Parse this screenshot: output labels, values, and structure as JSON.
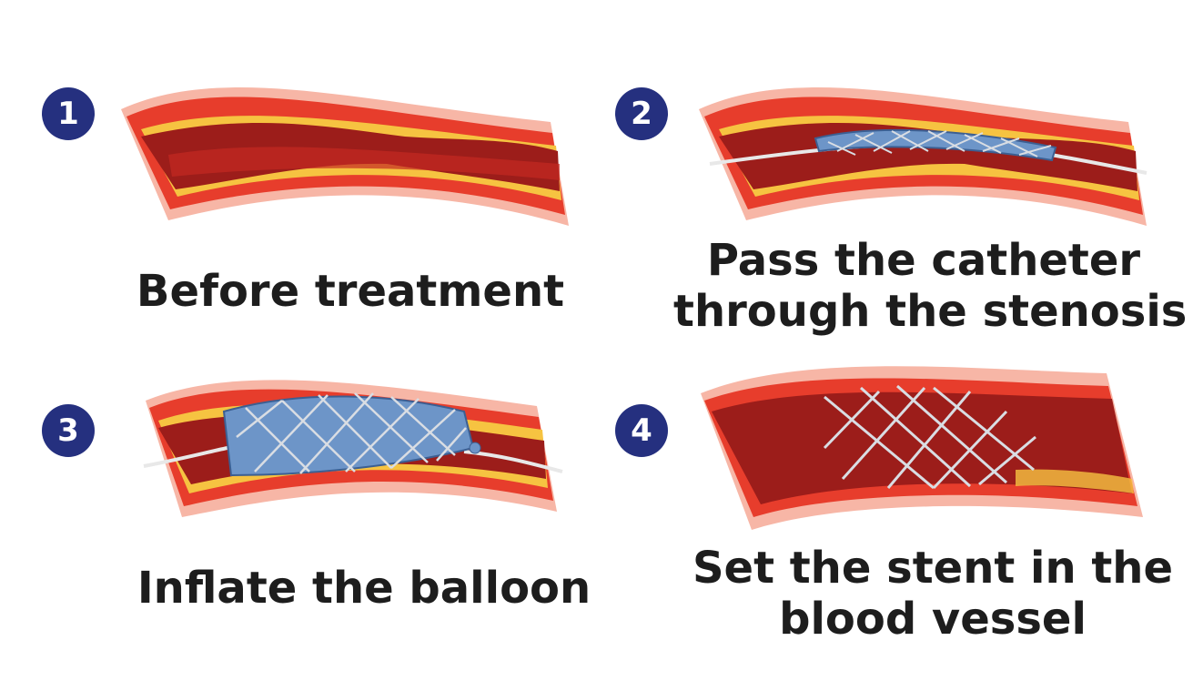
{
  "colors": {
    "badge": "#25307f",
    "caption": "#1d1d1d",
    "vessel_wall": "#e73d2c",
    "vessel_outer": "#f7b6a6",
    "plaque": "#f6c341",
    "lumen": "#9c1d1a",
    "balloon": "#6d95c8",
    "stent": "#d9dde3"
  },
  "steps": [
    {
      "number": "1",
      "caption_lines": [
        "Before treatment"
      ],
      "icon": "artery-with-plaque"
    },
    {
      "number": "2",
      "caption_lines": [
        "Pass the catheter",
        "through the stenosis"
      ],
      "icon": "catheter-in-artery"
    },
    {
      "number": "3",
      "caption_lines": [
        "Inflate the balloon"
      ],
      "icon": "inflated-balloon-in-artery"
    },
    {
      "number": "4",
      "caption_lines": [
        "Set the stent in the",
        "blood vessel"
      ],
      "icon": "stent-in-artery"
    }
  ]
}
